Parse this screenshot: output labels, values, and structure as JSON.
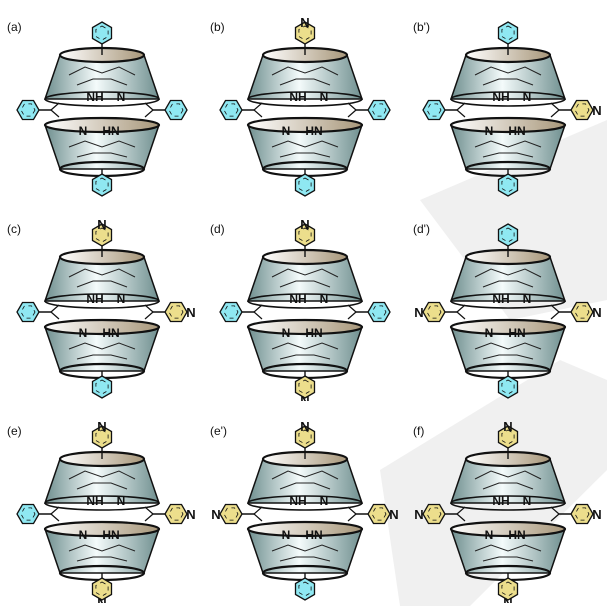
{
  "panels": [
    {
      "label": "(a)",
      "top": "phenyl",
      "left": "phenyl",
      "right": "phenyl",
      "bottom": "phenyl"
    },
    {
      "label": "(b)",
      "top": "pyridyl",
      "left": "phenyl",
      "right": "phenyl",
      "bottom": "phenyl"
    },
    {
      "label": "(b')",
      "top": "phenyl",
      "left": "phenyl",
      "right": "pyridyl",
      "bottom": "phenyl"
    },
    {
      "label": "(c)",
      "top": "pyridyl",
      "left": "phenyl",
      "right": "pyridyl",
      "bottom": "phenyl"
    },
    {
      "label": "(d)",
      "top": "pyridyl",
      "left": "phenyl",
      "right": "phenyl",
      "bottom": "pyridyl"
    },
    {
      "label": "(d')",
      "top": "phenyl",
      "left": "pyridyl",
      "right": "pyridyl",
      "bottom": "phenyl"
    },
    {
      "label": "(e)",
      "top": "pyridyl",
      "left": "phenyl",
      "right": "pyridyl",
      "bottom": "pyridyl"
    },
    {
      "label": "(e')",
      "top": "pyridyl",
      "left": "pyridyl",
      "right": "pyridyl",
      "bottom": "phenyl"
    },
    {
      "label": "(f)",
      "top": "pyridyl",
      "left": "pyridyl",
      "right": "pyridyl",
      "bottom": "pyridyl"
    }
  ],
  "atom_labels": {
    "nitrogen": "N",
    "nh": "NH",
    "hn": "HN"
  },
  "colors": {
    "phenyl_fill": "#8fe8f2",
    "pyridyl_fill": "#ecde8c",
    "cone_dark": "#6f8f8f",
    "cone_light": "#f4fbfb",
    "cone_rim_top": "#a8977a",
    "watermark": "#e4e4e4"
  }
}
